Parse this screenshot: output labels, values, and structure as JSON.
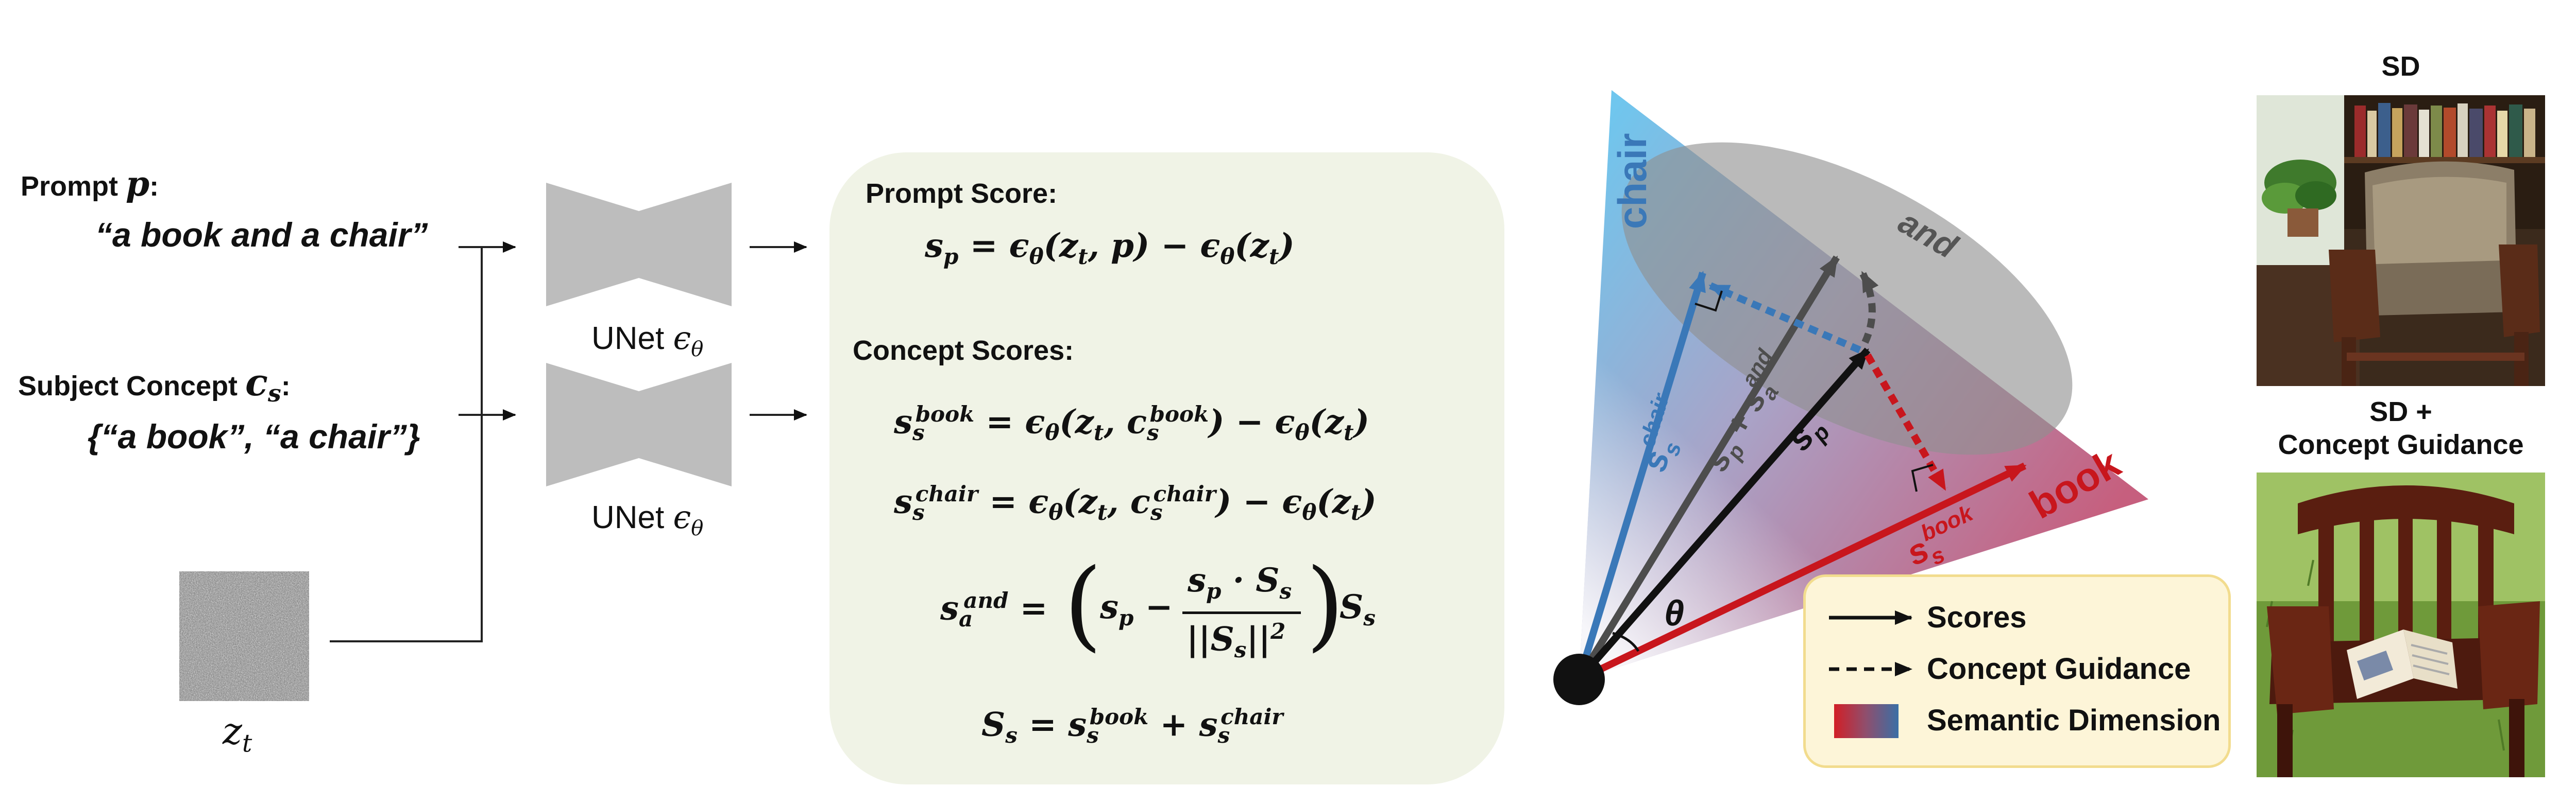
{
  "inputs": {
    "prompt_label_text": "Prompt ",
    "prompt_symbol": "p",
    "prompt_colon": ":",
    "prompt_value": "“a book and a chair”",
    "concept_label_text": "Subject Concept ",
    "concept_symbol": "c",
    "concept_sub": "s",
    "concept_colon": ":",
    "concept_value": "{“a book”, “a chair”}",
    "latent_symbol": "z",
    "latent_sub": "t"
  },
  "unet": {
    "label_text": "UNet ",
    "label_symbol": "ϵ",
    "label_sub": "θ"
  },
  "scores": {
    "prompt_score_heading": "Prompt Score:",
    "concept_scores_heading": "Concept Scores:",
    "eq_prompt": "s_p = ϵ_θ(z_t, p) − ϵ_θ(z_t)",
    "eq_book": "s_s^book = ϵ_θ(z_t, c_s^book) − ϵ_θ(z_t)",
    "eq_chair": "s_s^chair = ϵ_θ(z_t, c_s^chair) − ϵ_θ(z_t)",
    "eq_and": "s_a^and = (s_p − (s_p · S_s)/||S_s||²) S_s",
    "eq_sum": "S_s = s_s^book + s_s^chair"
  },
  "geometry_labels": {
    "chair": "chair",
    "book": "book",
    "and": "and",
    "theta": "θ",
    "s_p_main": "s",
    "s_p_sub": "p",
    "s_chair_main": "s",
    "s_chair_sub": "s",
    "s_chair_sup": "chair",
    "s_book_main": "s",
    "s_book_sub": "s",
    "s_book_sup": "book",
    "sum_main": "s",
    "sum_sub": "p",
    "sum_plus": " + s",
    "sum_sub2": "a",
    "sum_sup2": "and"
  },
  "legend": {
    "items": [
      {
        "label": "Scores",
        "style": "solid-arrow"
      },
      {
        "label": "Concept Guidance",
        "style": "dashed-arrow"
      },
      {
        "label": "Semantic Dimension",
        "style": "gradient-swatch"
      }
    ]
  },
  "results": {
    "top_label": "SD",
    "bottom_label_line1": "SD +",
    "bottom_label_line2": "Concept Guidance"
  },
  "colors": {
    "chair_blue": "#3a78b8",
    "book_red": "#c8161d",
    "gray_arrow": "#4d4d4d",
    "and_ellipse": "#8f8f8f",
    "score_box": "#f0f3e6",
    "legend_box": "#fdf5d8"
  }
}
